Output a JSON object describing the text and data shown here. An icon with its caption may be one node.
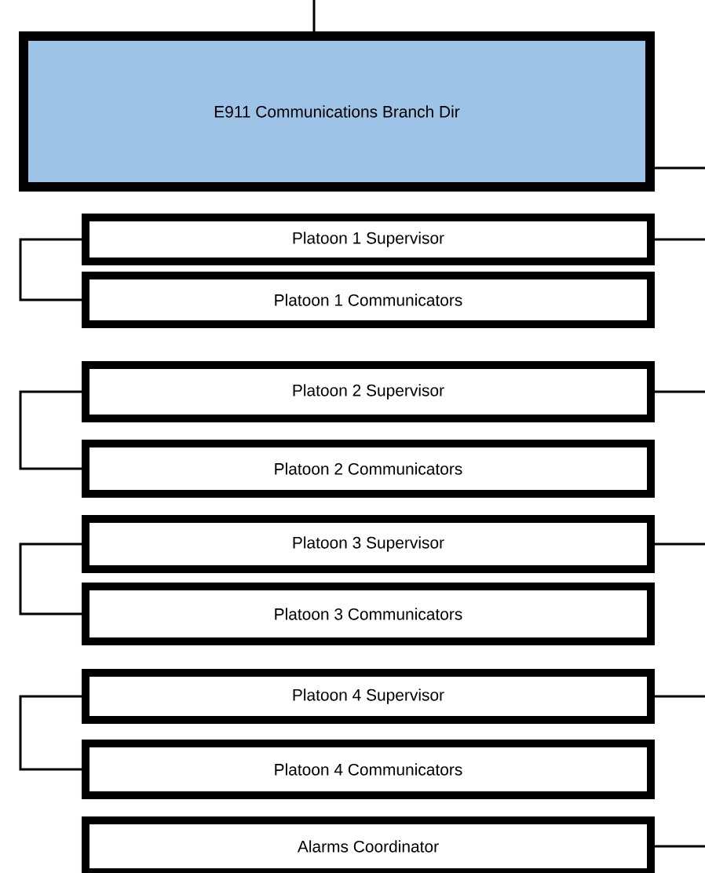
{
  "diagram": {
    "nodes": [
      {
        "text": [
          "E911 Communications Branch Dir"
        ]
      },
      {
        "text": [
          "Platoon 1 Supervisor"
        ]
      },
      {
        "text": [
          "Platoon 1 Communicators"
        ]
      },
      {
        "text": [
          "Platoon 2 Supervisor"
        ]
      },
      {
        "text": [
          "Platoon 2 Communicators"
        ]
      },
      {
        "text": [
          "Platoon 3 Supervisor"
        ]
      },
      {
        "text": [
          "Platoon 3 Communicators"
        ]
      },
      {
        "text": [
          "Platoon 4 Supervisor"
        ]
      },
      {
        "text": [
          "Platoon 4 Communicators"
        ]
      },
      {
        "text": [
          "Alarms Coordinator"
        ]
      }
    ],
    "edges": [
      {
        "from": null,
        "to": 0,
        "arrow": "none"
      },
      {
        "from": 0,
        "to": null,
        "arrow": "none"
      },
      {
        "from": 1,
        "to": null,
        "arrow": "none"
      },
      {
        "from": 1,
        "to": 2,
        "arrow": "none"
      },
      {
        "from": 3,
        "to": null,
        "arrow": "none"
      },
      {
        "from": 3,
        "to": 4,
        "arrow": "none"
      },
      {
        "from": 5,
        "to": null,
        "arrow": "none"
      },
      {
        "from": 5,
        "to": 6,
        "arrow": "none"
      },
      {
        "from": 7,
        "to": null,
        "arrow": "none"
      },
      {
        "from": 7,
        "to": 8,
        "arrow": "none"
      },
      {
        "from": 9,
        "to": null,
        "arrow": "none"
      }
    ]
  }
}
